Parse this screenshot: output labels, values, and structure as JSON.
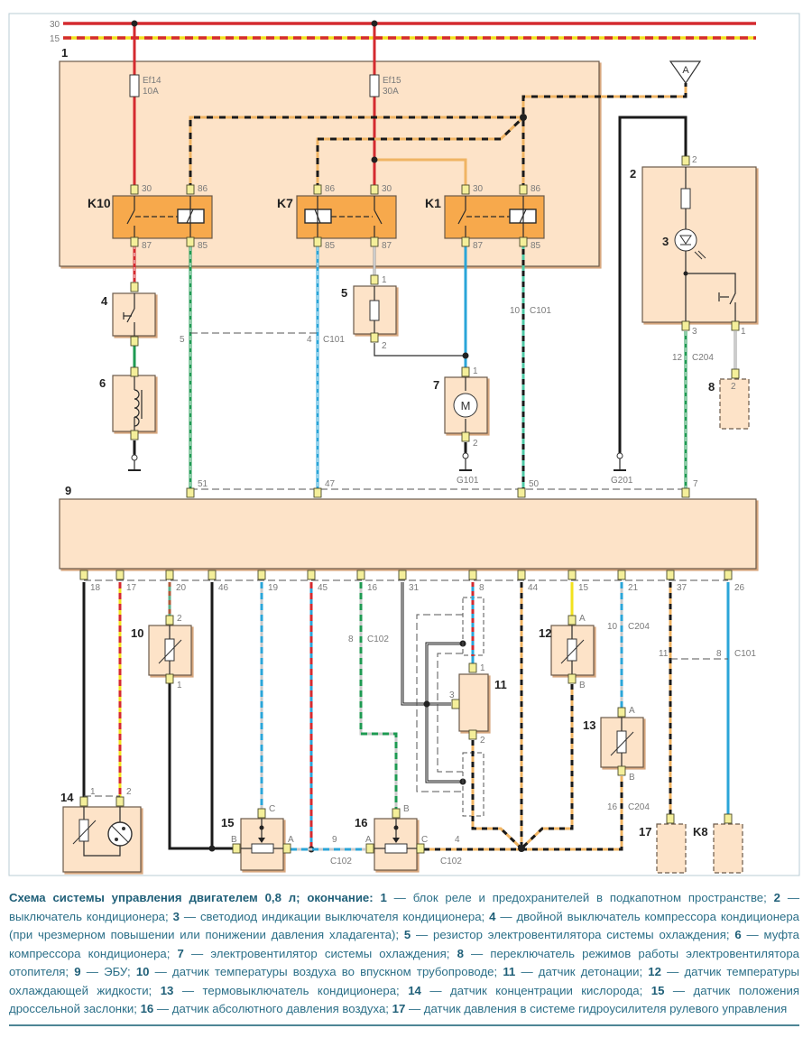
{
  "diagram": {
    "bus_lines": [
      {
        "id": "30",
        "label": "30",
        "color": "red"
      },
      {
        "id": "15",
        "label": "15",
        "color": "red-yellow"
      }
    ],
    "components": {
      "c1": {
        "number": "1",
        "name": "блок реле и предохранителей в подкапотном пространстве"
      },
      "c2": {
        "number": "2"
      },
      "c3": {
        "number": "3"
      },
      "c4": {
        "number": "4"
      },
      "c5": {
        "number": "5"
      },
      "c6": {
        "number": "6"
      },
      "c7": {
        "number": "7",
        "motor_symbol": "M"
      },
      "c8": {
        "number": "8"
      },
      "c9": {
        "number": "9"
      },
      "c10": {
        "number": "10"
      },
      "c11": {
        "number": "11"
      },
      "c12": {
        "number": "12"
      },
      "c13": {
        "number": "13"
      },
      "c14": {
        "number": "14"
      },
      "c15": {
        "number": "15"
      },
      "c16": {
        "number": "16"
      },
      "c17": {
        "number": "17"
      },
      "k8": {
        "number": "K8"
      }
    },
    "fuses": [
      {
        "id": "Ef14",
        "rating": "10A"
      },
      {
        "id": "Ef15",
        "rating": "30A"
      }
    ],
    "relays": [
      {
        "id": "K10",
        "pins": [
          "30",
          "86",
          "87",
          "85"
        ]
      },
      {
        "id": "K7",
        "pins": [
          "86",
          "30",
          "85",
          "87"
        ]
      },
      {
        "id": "K1",
        "pins": [
          "30",
          "86",
          "87",
          "85"
        ]
      }
    ],
    "reference_marker": "A",
    "pin_labels": {
      "c2_top": "2",
      "c2_bottom_left": "3",
      "c2_bottom_right": "1",
      "c8_top": "2",
      "c5_top": "1",
      "c5_bottom": "2",
      "c7_top": "1",
      "c7_bottom": "2",
      "c10_top": "2",
      "c10_bottom": "1",
      "c11_1": "1",
      "c11_2": "2",
      "c11_3": "3",
      "c12_top": "A",
      "c12_bottom": "B",
      "c13_top": "A",
      "c13_bottom": "B",
      "c14_1": "1",
      "c14_2": "2",
      "c15_c": "C",
      "c15_b": "B",
      "c15_a": "A",
      "c16_b": "B",
      "c16_a": "A",
      "c16_c": "C"
    },
    "connectors": {
      "c101_5": "5",
      "c101_4": "4",
      "c101_name": "C101",
      "c101_10": "10",
      "c101_10_name": "C101",
      "c204_12": "12",
      "c204_12_name": "C204",
      "c102_8": "8",
      "c102_8_name": "C102",
      "c204_10": "10",
      "c204_10_name": "C204",
      "c204_16": "16",
      "c204_16_name": "C204",
      "c101_11": "11",
      "c101_8": "8",
      "c101_b_name": "C101",
      "c102_9": "9",
      "c102_9_name": "C102",
      "c102_4": "4",
      "c102_4_name": "C102"
    },
    "grounds": {
      "g101": "G101",
      "g201": "G201"
    },
    "ecu_top_pins": [
      "51",
      "47",
      "50",
      "7"
    ],
    "ecu_bottom_pins": [
      "18",
      "17",
      "20",
      "46",
      "19",
      "45",
      "16",
      "31",
      "8",
      "44",
      "15",
      "21",
      "37",
      "26"
    ],
    "wire_colors": {
      "red": "#d42a2f",
      "yellow": "#f2e21e",
      "orange": "#f0b463",
      "black": "#1a1a1a",
      "green": "#1e9a52",
      "blue": "#2aa5d8",
      "grey": "#9a9a9a",
      "white": "#ffffff",
      "brown": "#8a5a3a"
    }
  },
  "caption": {
    "title": "Схема системы управления двигателем 0,8 л; окончание:",
    "items": [
      {
        "n": "1",
        "text": "блок реле и предохранителей в подкапотном пространстве"
      },
      {
        "n": "2",
        "text": "выключатель кондиционера"
      },
      {
        "n": "3",
        "text": "светодиод индикации выключателя кондиционера"
      },
      {
        "n": "4",
        "text": "двойной выключатель компрессора кондиционера (при чрезмерном повышении или понижении давления хладагента)"
      },
      {
        "n": "5",
        "text": "резистор электровентилятора системы охлаждения"
      },
      {
        "n": "6",
        "text": "муфта компрессора кондиционера"
      },
      {
        "n": "7",
        "text": "электровентилятор системы охлаждения"
      },
      {
        "n": "8",
        "text": "переключатель режимов работы электровентилятора отопителя"
      },
      {
        "n": "9",
        "text": "ЭБУ"
      },
      {
        "n": "10",
        "text": "датчик температуры воздуха во впускном трубопроводе"
      },
      {
        "n": "11",
        "text": "датчик детонации"
      },
      {
        "n": "12",
        "text": "датчик температуры охлаждающей жидкости"
      },
      {
        "n": "13",
        "text": "термовыключатель кондиционера"
      },
      {
        "n": "14",
        "text": "датчик концентрации кислорода"
      },
      {
        "n": "15",
        "text": "датчик положения дроссельной заслонки"
      },
      {
        "n": "16",
        "text": "датчик абсолютного давления воздуха"
      },
      {
        "n": "17",
        "text": "датчик давления в системе гидроусилителя рулевого управления"
      }
    ]
  }
}
